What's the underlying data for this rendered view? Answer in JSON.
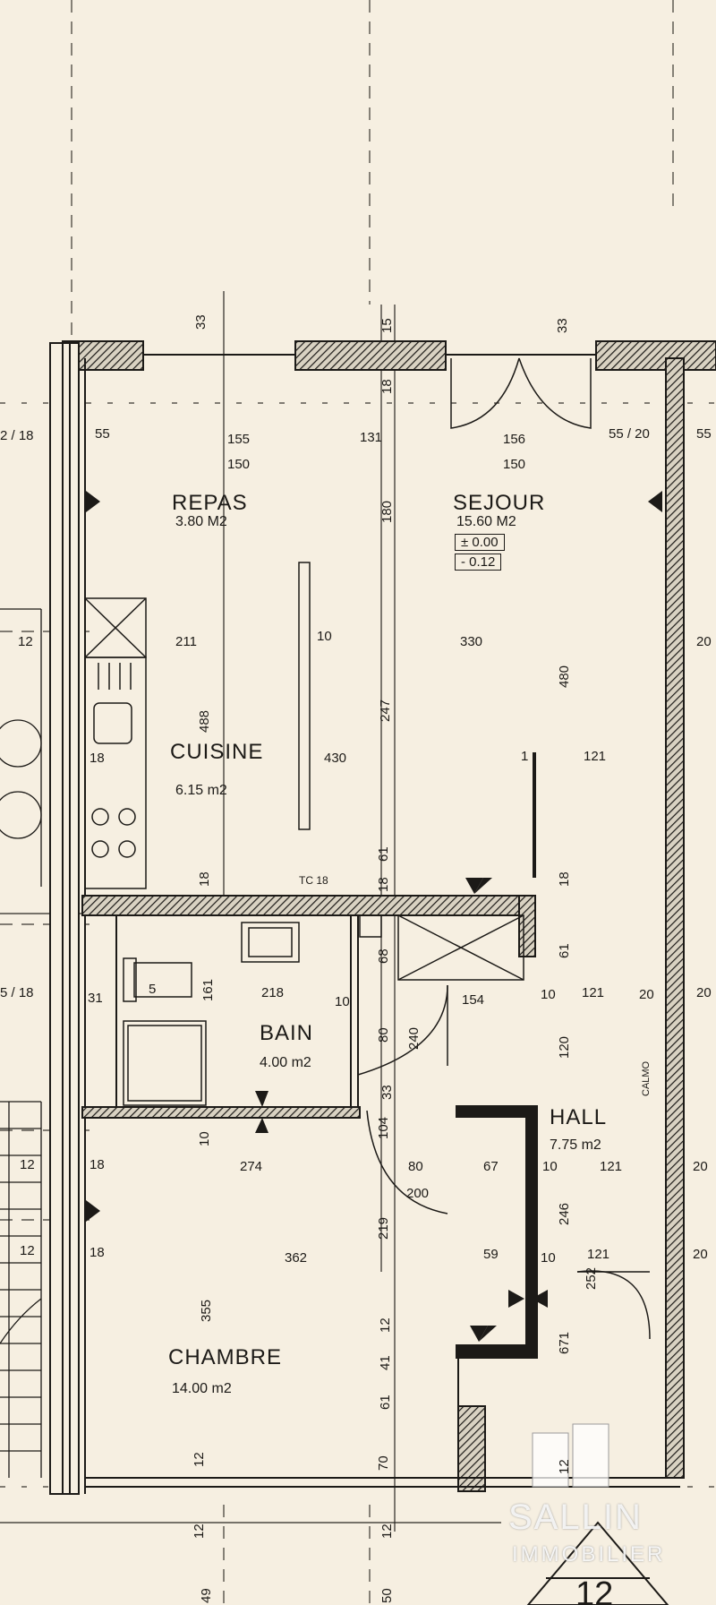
{
  "rooms": {
    "repas": {
      "name": "REPAS",
      "area": "3.80 M2"
    },
    "sejour": {
      "name": "SEJOUR",
      "area": "15.60 M2",
      "level_1": "± 0.00",
      "level_2": "- 0.12"
    },
    "cuisine": {
      "name": "CUISINE",
      "area": "6.15 m2"
    },
    "bain": {
      "name": "BAIN",
      "area": "4.00 m2"
    },
    "hall": {
      "name": "HALL",
      "area": "7.75 m2"
    },
    "chambre": {
      "name": "CHAMBRE",
      "area": "14.00 m2"
    }
  },
  "dims": {
    "d155": "155",
    "d150a": "150",
    "d131": "131",
    "d156": "156",
    "d150b": "150",
    "d55l": "55",
    "d55r": "55 / 20",
    "d55e": "55",
    "d218l": "2 / 18",
    "d211": "211",
    "d330": "330",
    "d10a": "10",
    "d430": "430",
    "d121a": "121",
    "d1": "1",
    "d12a": "12",
    "d20a": "20",
    "d18a": "18",
    "tc": "TC 18",
    "d218": "218",
    "d154": "154",
    "d10b": "10",
    "d121b": "121",
    "d20b": "20",
    "d20c": "20",
    "d31": "31",
    "d518": "5 / 18",
    "d10c": "10",
    "d5": "5",
    "d274": "274",
    "d80": "80",
    "d67": "67",
    "d10d": "10",
    "d121c": "121",
    "d20d": "20",
    "d18b": "18",
    "d12b": "12",
    "d200": "200",
    "d362": "362",
    "d59": "59",
    "d10e": "10",
    "d121d": "121",
    "d20e": "20",
    "d18c": "18",
    "d12c": "12",
    "v33a": "33",
    "v15": "15",
    "v33b": "33",
    "v18a": "18",
    "v180": "180",
    "v488": "488",
    "v247": "247",
    "v480": "480",
    "v61a": "61",
    "v18b": "18",
    "v18c": "18",
    "v18d": "18",
    "v68": "68",
    "v161": "161",
    "v80": "80",
    "v240": "240",
    "v61b": "61",
    "v120": "120",
    "v33c": "33",
    "v104": "104",
    "v10": "10",
    "v219": "219",
    "v246": "246",
    "v355": "355",
    "v12a": "12",
    "v41": "41",
    "v61c": "61",
    "v252": "252",
    "v671": "671",
    "v12b": "12",
    "v70": "70",
    "v12c": "12",
    "v12d": "12",
    "v12e": "12",
    "v49": "49",
    "v50": "50",
    "calmo": "CALMO"
  },
  "sheet_number": "12",
  "logo": {
    "brand": "SALLIN",
    "sub": "IMMOBILIER"
  }
}
